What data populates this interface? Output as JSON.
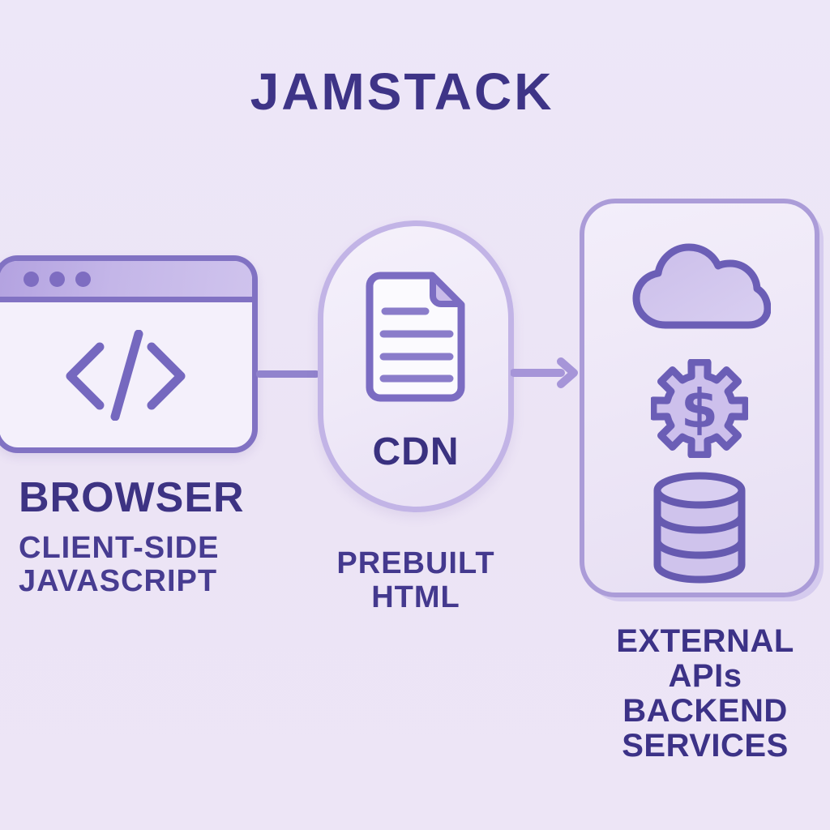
{
  "title": "JAMSTACK",
  "nodes": {
    "browser": {
      "label": "BROWSER",
      "sublabel": "CLIENT-SIDE\nJAVASCRIPT",
      "icon": "code-icon"
    },
    "cdn": {
      "label": "CDN",
      "sublabel": "PREBUILT\nHTML",
      "icon": "document-icon"
    },
    "services": {
      "label": "EXTERNAL APIs\nBACKEND\nSERVICES",
      "icons": [
        "cloud-icon",
        "gear-dollar-icon",
        "database-icon"
      ],
      "dollar_glyph": "$"
    }
  },
  "connectors": [
    {
      "from": "browser",
      "to": "cdn",
      "style": "plain-line"
    },
    {
      "from": "cdn",
      "to": "services",
      "style": "arrow-right"
    }
  ],
  "palette": {
    "background": "#ece4f5",
    "heading_text": "#3e3487",
    "body_text": "#463b90",
    "outline_strong": "#8172c3",
    "outline_soft": "#c2b4e6",
    "panel_outline": "#ab9cd8",
    "icon_stroke": "#6b5eb6",
    "icon_fill": "#cfc3ec",
    "connector_line": "#9183cd",
    "arrow": "#a695d8"
  }
}
